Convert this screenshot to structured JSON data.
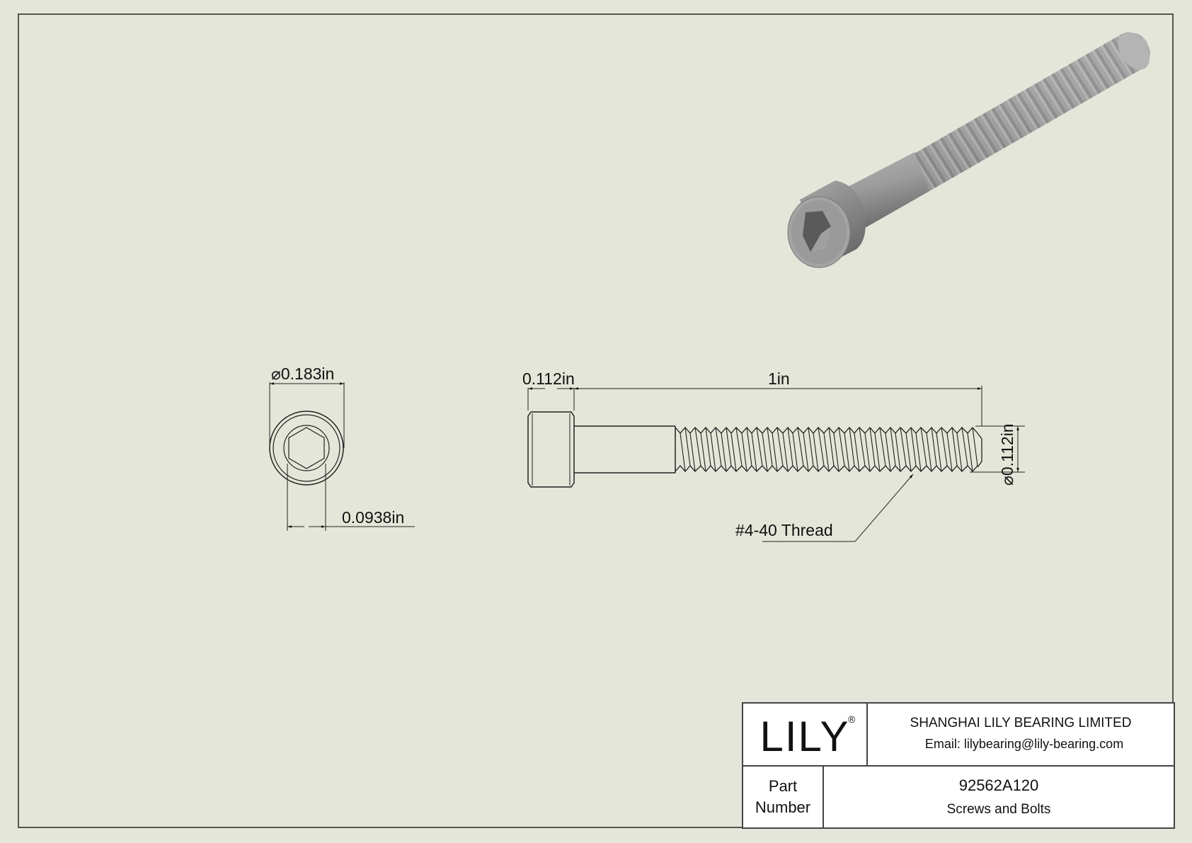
{
  "drawing": {
    "front_view": {
      "head_diameter_label": "⌀0.183in",
      "hex_socket_label": "0.0938in"
    },
    "side_view": {
      "head_height_label": "0.112in",
      "length_label": "1in",
      "thread_diameter_label": "⌀0.112in",
      "thread_callout": "#4-40 Thread"
    },
    "isometric_view": {
      "description": "3D render of socket head cap screw"
    }
  },
  "title_block": {
    "logo": "LILY",
    "logo_mark": "®",
    "company_name": "SHANGHAI LILY BEARING LIMITED",
    "email": "Email: lilybearing@lily-bearing.com",
    "part_label_line1": "Part",
    "part_label_line2": "Number",
    "part_number": "92562A120",
    "part_description": "Screws and Bolts"
  },
  "colors": {
    "background": "#e4e6d9",
    "line": "#222222",
    "render_gray": "#9a9a9a"
  }
}
